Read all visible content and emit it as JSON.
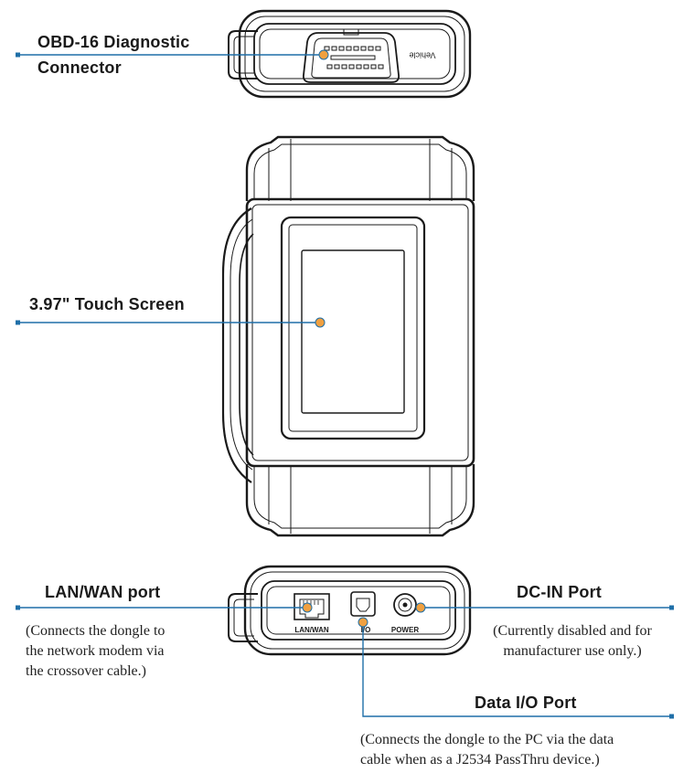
{
  "callouts": {
    "obd": {
      "title_line1": "OBD-16 Diagnostic",
      "title_line2": "Connector"
    },
    "screen": {
      "title": "3.97\" Touch Screen"
    },
    "lan": {
      "title": "LAN/WAN port",
      "desc_line1": "(Connects the dongle to",
      "desc_line2": "the network modem via",
      "desc_line3": "the crossover cable.)"
    },
    "dcin": {
      "title": "DC-IN Port",
      "desc_line1": "(Currently disabled and for",
      "desc_line2": "manufacturer use only.)"
    },
    "dataio": {
      "title": "Data I/O Port",
      "desc_line1": "(Connects the dongle to the PC via the data",
      "desc_line2": "cable when as a J2534 PassThru device.)"
    }
  },
  "device_labels": {
    "vehicle": "Vehicle",
    "lan_wan": "LAN/WAN",
    "io": "I/O",
    "power": "POWER"
  },
  "colors": {
    "leader": "#1f6fa8",
    "marker": "#f0a040",
    "outline": "#1a1a1a"
  }
}
